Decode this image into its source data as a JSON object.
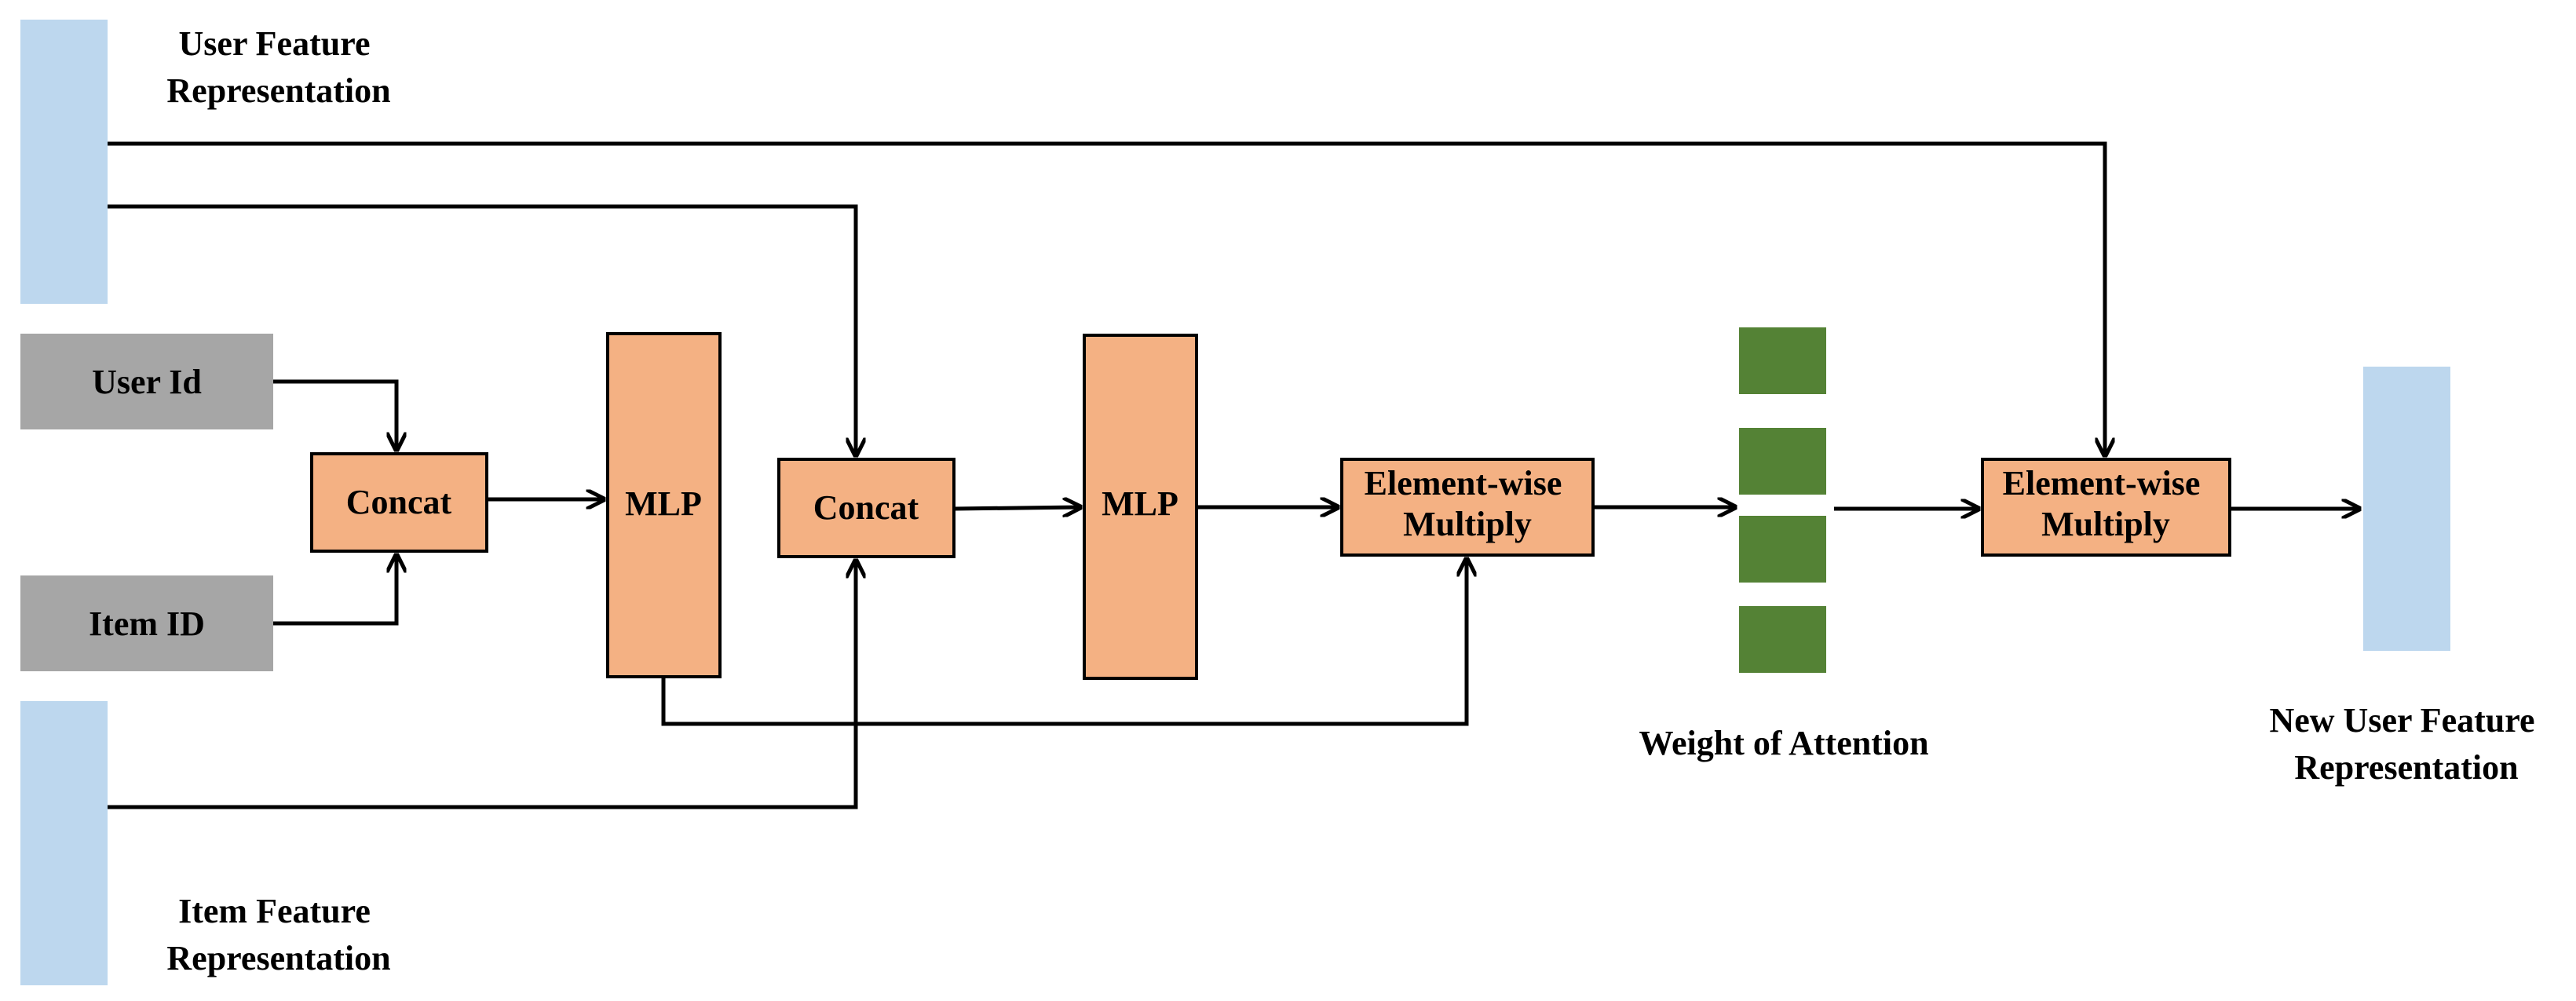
{
  "colors": {
    "feature_blue": "#bdd7ee",
    "id_gray": "#a6a6a6",
    "op_orange": "#f4b183",
    "op_border": "#000000",
    "attention_green": "#548235",
    "line": "#000000"
  },
  "labels": {
    "user_feature": [
      "User Feature",
      "Representation"
    ],
    "item_feature": [
      "Item Feature",
      "Representation"
    ],
    "new_user_feature": [
      "New User Feature",
      "Representation"
    ],
    "weight_of_attention": "Weight of Attention"
  },
  "boxes": {
    "user_id": "User Id",
    "item_id": "Item ID",
    "concat_1": "Concat",
    "mlp_1": "MLP",
    "concat_2": "Concat",
    "mlp_2": "MLP",
    "multiply_1": [
      "Element-wise",
      "Multiply"
    ],
    "multiply_2": [
      "Element-wise",
      "Multiply"
    ]
  }
}
